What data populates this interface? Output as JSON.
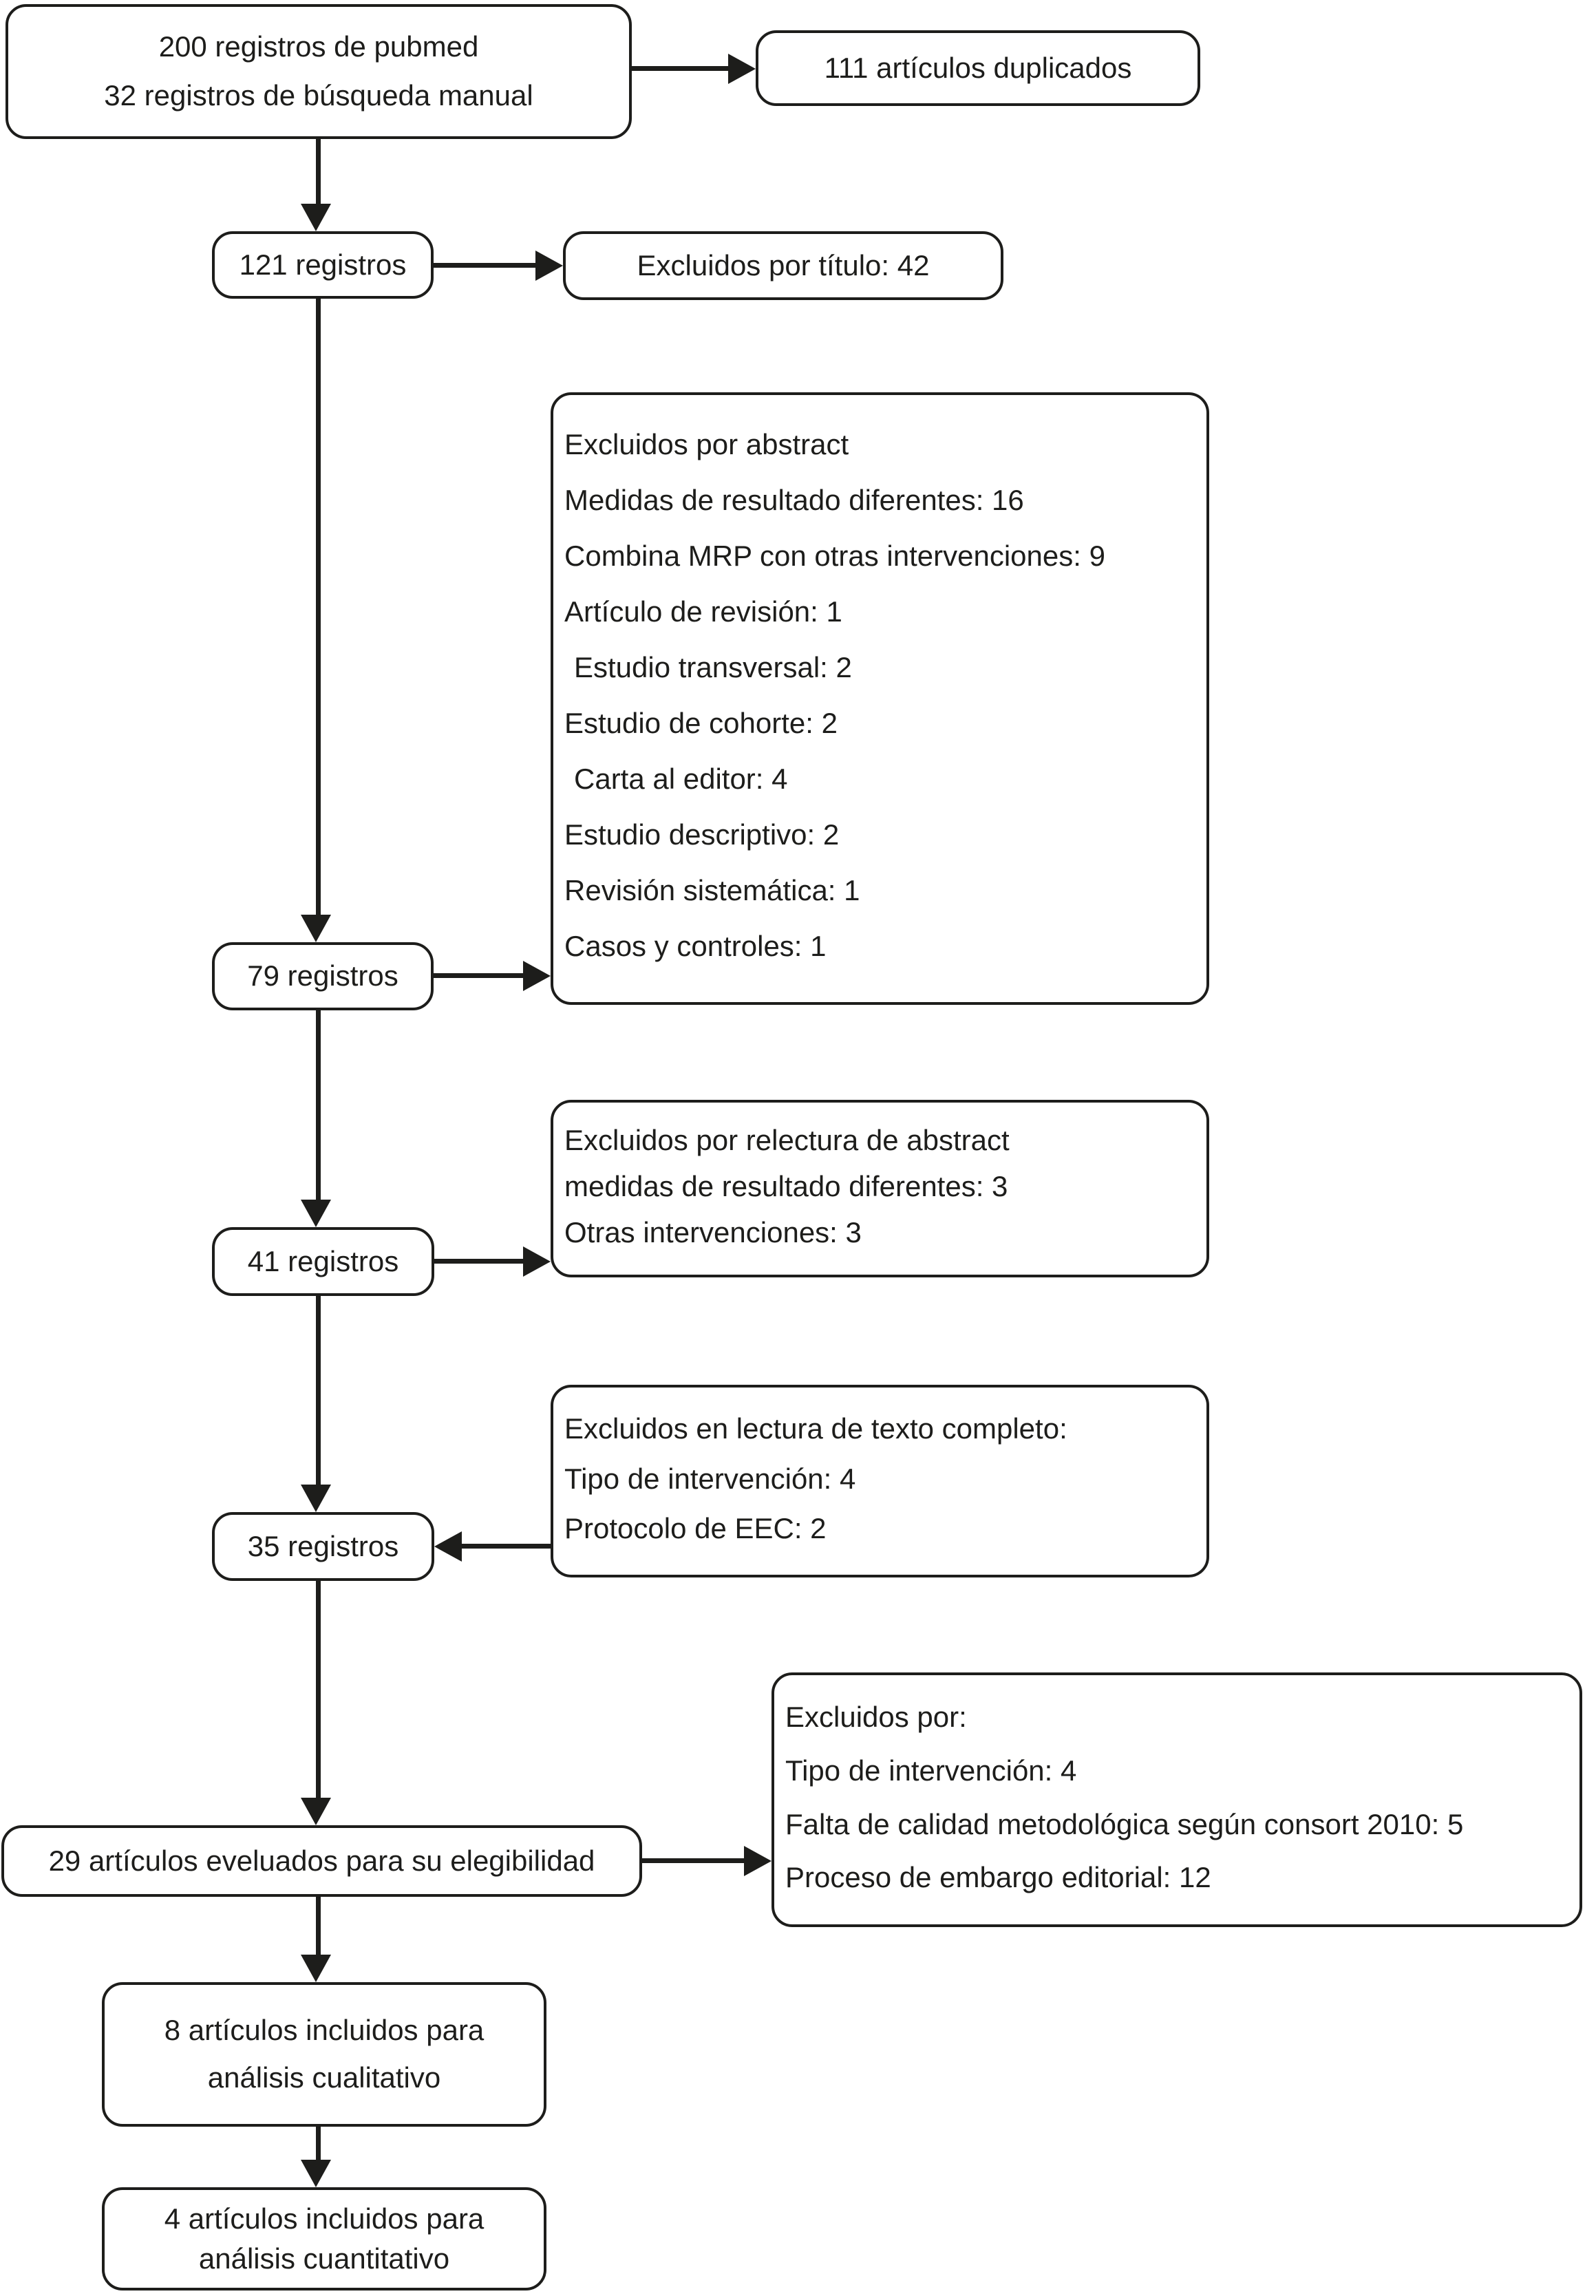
{
  "colors": {
    "ink": "#1d1d1b",
    "background": "#ffffff"
  },
  "nodes": {
    "identification": {
      "lines": [
        "200 registros de pubmed",
        "32 registros de búsqueda manual"
      ]
    },
    "duplicates": {
      "label": "111 artículos duplicados"
    },
    "records_121": {
      "label": "121 registros"
    },
    "excluded_title": {
      "label": "Excluidos por título: 42"
    },
    "excluded_abstract": {
      "lines": [
        "Excluidos por abstract",
        "Medidas de resultado diferentes: 16",
        "Combina MRP con otras intervenciones: 9",
        "Artículo de revisión: 1",
        "Estudio transversal: 2",
        "Estudio de cohorte: 2",
        "Carta al editor: 4",
        "Estudio descriptivo: 2",
        "Revisión sistemática: 1",
        "Casos y controles: 1"
      ]
    },
    "records_79": {
      "label": "79 registros"
    },
    "excluded_reread": {
      "lines": [
        "Excluidos por relectura de abstract",
        "medidas de resultado diferentes: 3",
        "Otras intervenciones: 3"
      ]
    },
    "records_41": {
      "label": "41 registros"
    },
    "excluded_fulltext": {
      "lines": [
        "Excluidos en lectura de texto completo:",
        "Tipo de intervención: 4",
        "Protocolo de EEC: 2"
      ]
    },
    "records_35": {
      "label": "35 registros"
    },
    "excluded_eligibility": {
      "lines": [
        "Excluidos por:",
        "Tipo de intervención: 4",
        "Falta de calidad metodológica según consort 2010: 5",
        "Proceso de embargo editorial: 12"
      ]
    },
    "eligible_29": {
      "label": "29 artículos eveluados para su elegibilidad"
    },
    "qualitative_8": {
      "lines": [
        "8 artículos incluidos para",
        "análisis cualitativo"
      ]
    },
    "quantitative_4": {
      "lines": [
        "4 artículos incluidos para",
        "análisis cuantitativo"
      ]
    }
  },
  "edges": [
    {
      "from": "identification",
      "to": "duplicates",
      "direction": "right"
    },
    {
      "from": "identification",
      "to": "records_121",
      "direction": "down"
    },
    {
      "from": "records_121",
      "to": "excluded_title",
      "direction": "right"
    },
    {
      "from": "records_121",
      "to": "records_79",
      "direction": "down"
    },
    {
      "from": "records_79",
      "to": "excluded_abstract",
      "direction": "right"
    },
    {
      "from": "records_79",
      "to": "records_41",
      "direction": "down"
    },
    {
      "from": "records_41",
      "to": "excluded_reread",
      "direction": "right"
    },
    {
      "from": "records_41",
      "to": "records_35",
      "direction": "down"
    },
    {
      "from": "excluded_fulltext",
      "to": "records_35",
      "direction": "left"
    },
    {
      "from": "records_35",
      "to": "eligible_29",
      "direction": "down"
    },
    {
      "from": "eligible_29",
      "to": "excluded_eligibility",
      "direction": "right"
    },
    {
      "from": "eligible_29",
      "to": "qualitative_8",
      "direction": "down"
    },
    {
      "from": "qualitative_8",
      "to": "quantitative_4",
      "direction": "down"
    }
  ]
}
